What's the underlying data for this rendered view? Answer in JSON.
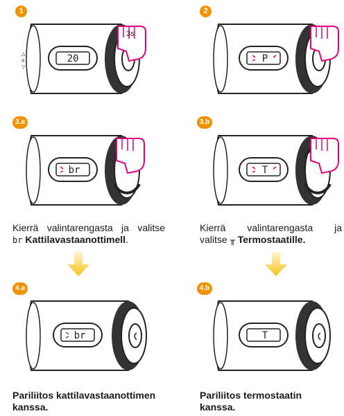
{
  "steps": {
    "s1": {
      "badge": "1",
      "display": "20",
      "hold_label": "3s"
    },
    "s2": {
      "badge": "2",
      "display": "P"
    },
    "s3a": {
      "badge": "3.a",
      "display": "br"
    },
    "s3b": {
      "badge": "3.b",
      "display": "T"
    },
    "s4a": {
      "badge": "4.a",
      "display": "br"
    },
    "s4b": {
      "badge": "4.b",
      "display": "T"
    }
  },
  "captions": {
    "c3a_line1": "Kierrä valintarengasta ja valitse",
    "c3a_icon": "br",
    "c3a_bold": "Kattilavastaanottimell",
    "c3a_end": ".",
    "c3b_line1": "Kierrä valintarengasta ja",
    "c3b_pre": "valitse",
    "c3b_bold": "Termostaatille.",
    "c4a_title": "Pariliitos kattilavastaanottimen kanssa.",
    "c4b_title": "Pariliitos termostaatin kanssa."
  },
  "colors": {
    "accent": "#f39200",
    "arrow": "#f6c21a",
    "hand": "#e5007d",
    "blink": "#e5007d"
  }
}
